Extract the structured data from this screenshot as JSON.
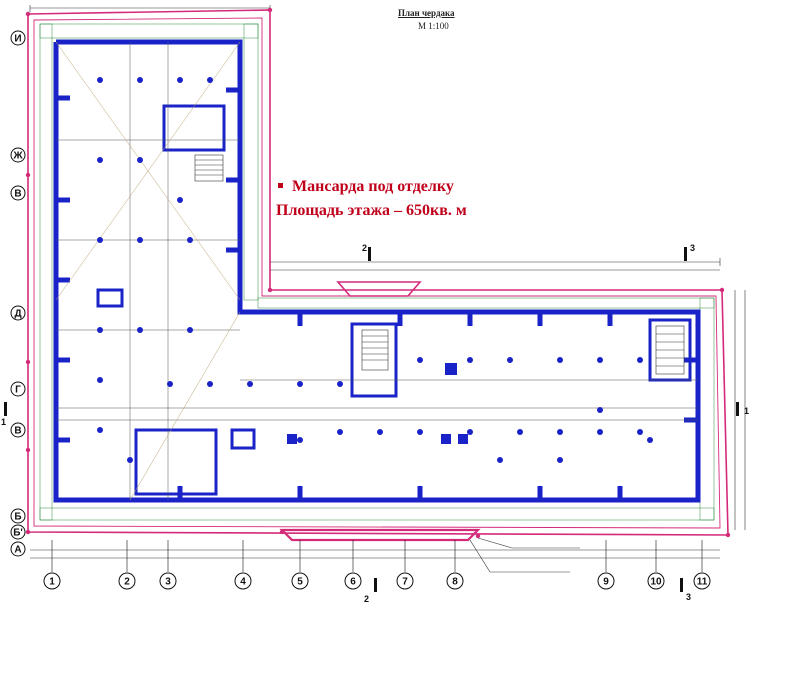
{
  "drawing": {
    "title": "План чердака",
    "scale": "М 1:100"
  },
  "annotation": {
    "line1": "Мансарда под отделку",
    "line2": "Площадь этажа – 650кв. м"
  },
  "axes": {
    "rows": [
      "И",
      "Ж",
      "В",
      "Д",
      "Г",
      "В",
      "Б",
      "Б'",
      "А"
    ],
    "columns": [
      "1",
      "2",
      "3",
      "4",
      "5",
      "6",
      "7",
      "8",
      "9",
      "10",
      "11"
    ]
  },
  "section_marks": [
    "2",
    "3",
    "1",
    "1"
  ],
  "colors": {
    "walls": "#1a23c8",
    "roof_outline": "#d42a7a",
    "hatch": "#2c8a3a",
    "annotation": "#c0001a",
    "lines": "#333333"
  }
}
